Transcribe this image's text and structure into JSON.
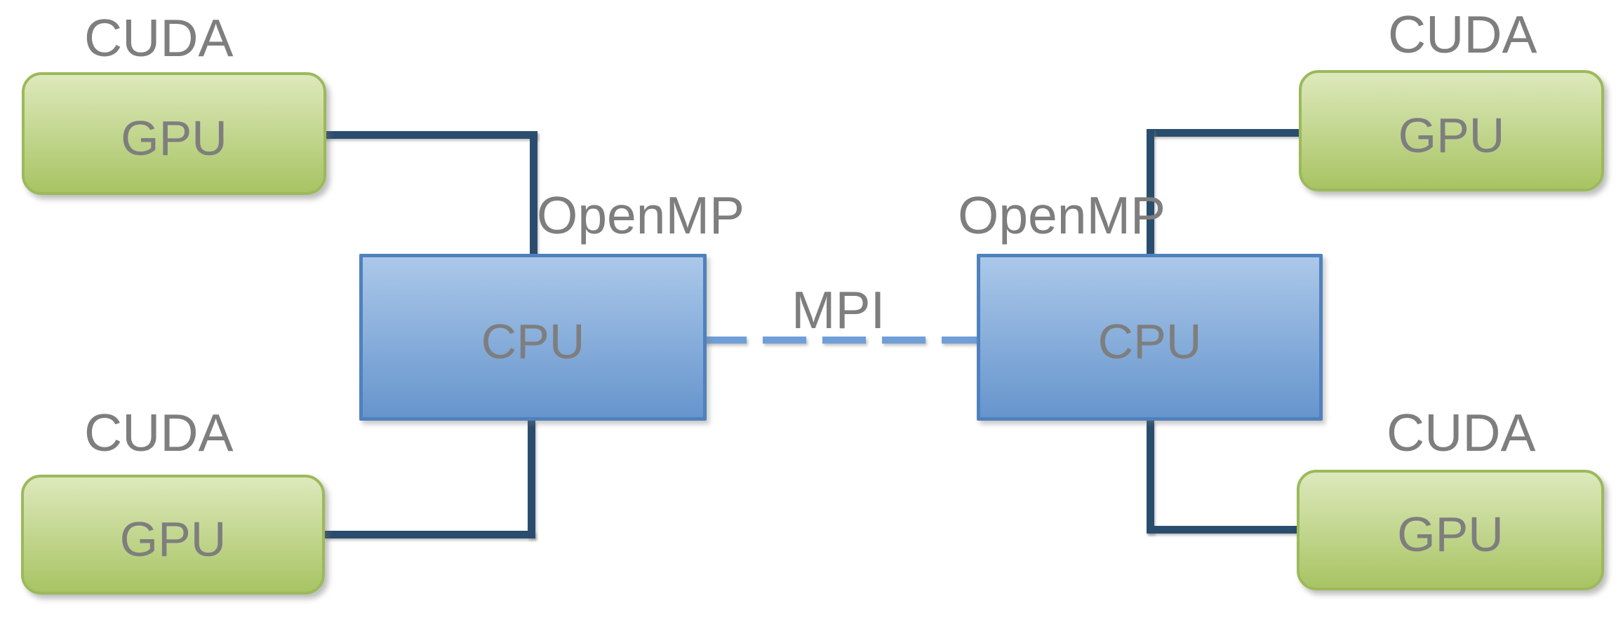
{
  "diagram": {
    "type": "hybrid-parallel-architecture",
    "labels": {
      "cuda_top_left": "CUDA",
      "cuda_top_right": "CUDA",
      "cuda_bottom_left": "CUDA",
      "cuda_bottom_right": "CUDA",
      "gpu_top_left": "GPU",
      "gpu_top_right": "GPU",
      "gpu_bottom_left": "GPU",
      "gpu_bottom_right": "GPU",
      "cpu_left": "CPU",
      "cpu_right": "CPU",
      "openmp_left": "OpenMP",
      "openmp_right": "OpenMP",
      "mpi": "MPI"
    },
    "colors": {
      "background": "#ffffff",
      "gpu_fill_top": "#dde9bc",
      "gpu_fill_bottom": "#a8c463",
      "gpu_border": "#9cb95b",
      "cpu_fill_top": "#abc8e9",
      "cpu_fill_bottom": "#6695cd",
      "cpu_border": "#4f81bd",
      "connector": "#2a4d6e",
      "mpi_line": "#6f9fd8",
      "label_text": "#7e7e7e"
    },
    "edges": [
      {
        "from": "gpu_top_left",
        "to": "cpu_left",
        "style": "solid",
        "label": ""
      },
      {
        "from": "gpu_bottom_left",
        "to": "cpu_left",
        "style": "solid",
        "label": ""
      },
      {
        "from": "gpu_top_right",
        "to": "cpu_right",
        "style": "solid",
        "label": ""
      },
      {
        "from": "gpu_bottom_right",
        "to": "cpu_right",
        "style": "solid",
        "label": ""
      },
      {
        "from": "cpu_left",
        "to": "cpu_right",
        "style": "dashed",
        "label": "MPI"
      }
    ]
  }
}
